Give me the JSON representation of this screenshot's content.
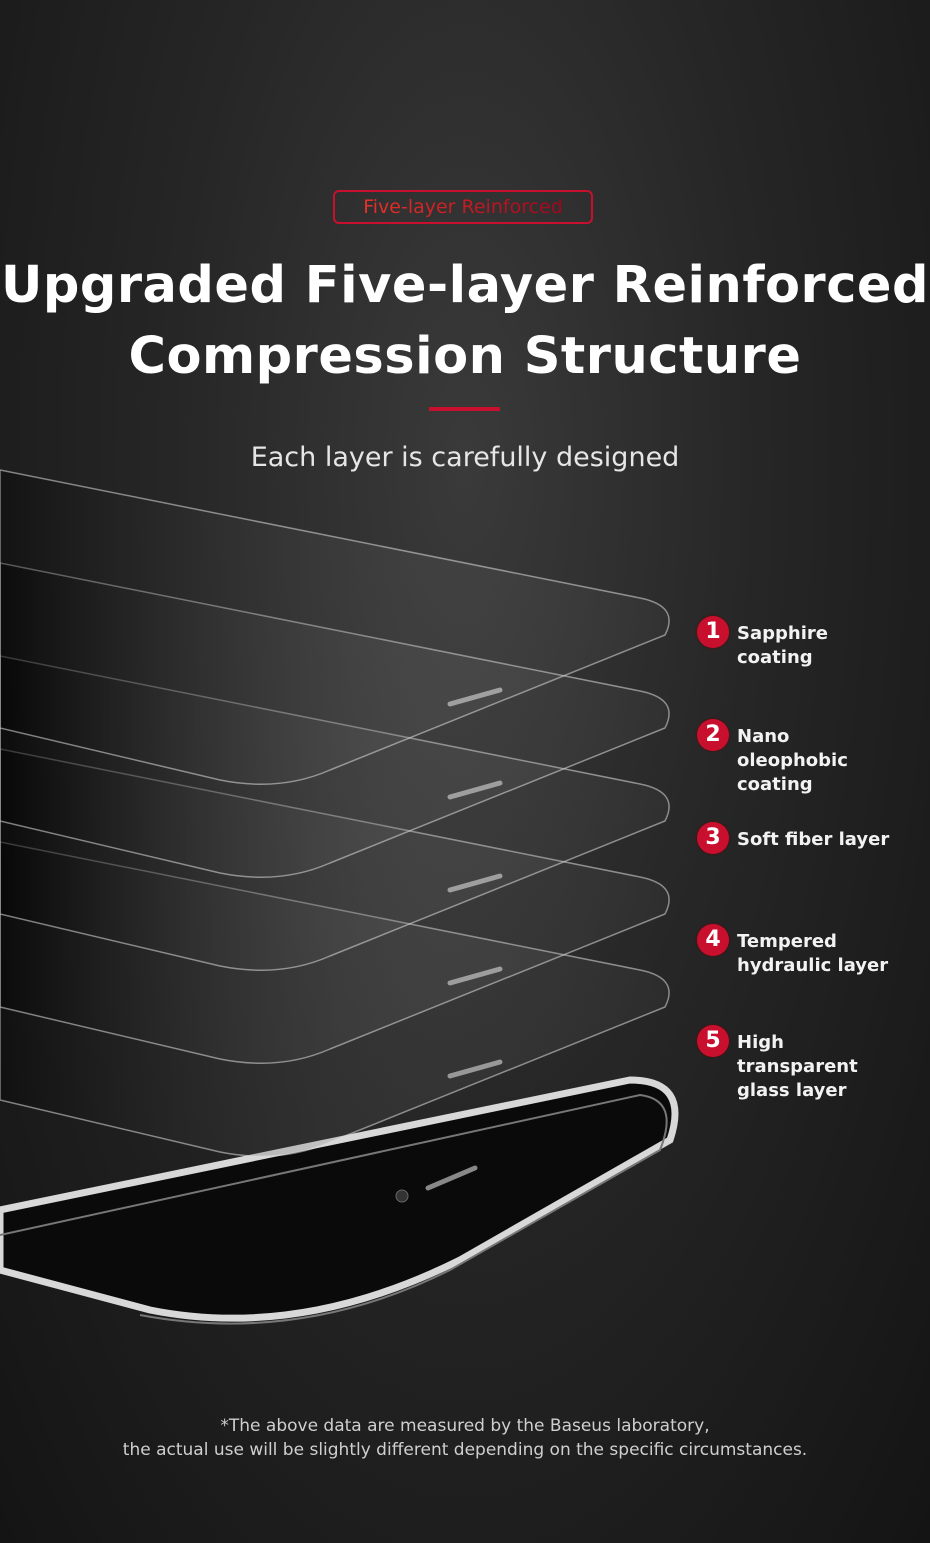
{
  "badge": "Five-layer Reinforced",
  "title_line1": "Upgraded Five-layer Reinforced",
  "title_line2": "Compression Structure",
  "subtitle": "Each layer is carefully designed",
  "layers": [
    {
      "num": "1",
      "label": "Sapphire coating"
    },
    {
      "num": "2",
      "label": "Nano oleophobic coating"
    },
    {
      "num": "3",
      "label": "Soft fiber layer"
    },
    {
      "num": "4",
      "label": "Tempered hydraulic layer"
    },
    {
      "num": "5",
      "label": "High transparent glass layer"
    }
  ],
  "footnote_line1": "*The above data are measured by the Baseus laboratory,",
  "footnote_line2": "the actual use will be slightly different depending on the specific circumstances.",
  "colors": {
    "accent": "#c8102e",
    "background": "#262626"
  }
}
